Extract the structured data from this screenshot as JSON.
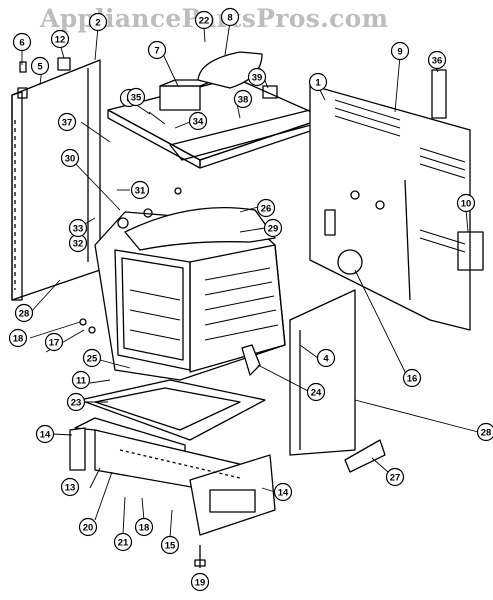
{
  "watermark": "AppliancePartsPros.com",
  "callouts": [
    "1",
    "2",
    "3",
    "4",
    "5",
    "6",
    "7",
    "8",
    "9",
    "10",
    "11",
    "12",
    "13",
    "14",
    "14",
    "15",
    "16",
    "17",
    "18",
    "18",
    "19",
    "20",
    "21",
    "22",
    "23",
    "24",
    "25",
    "26",
    "27",
    "28",
    "28",
    "29",
    "30",
    "31",
    "32",
    "33",
    "34",
    "35",
    "36",
    "37",
    "38",
    "39"
  ]
}
